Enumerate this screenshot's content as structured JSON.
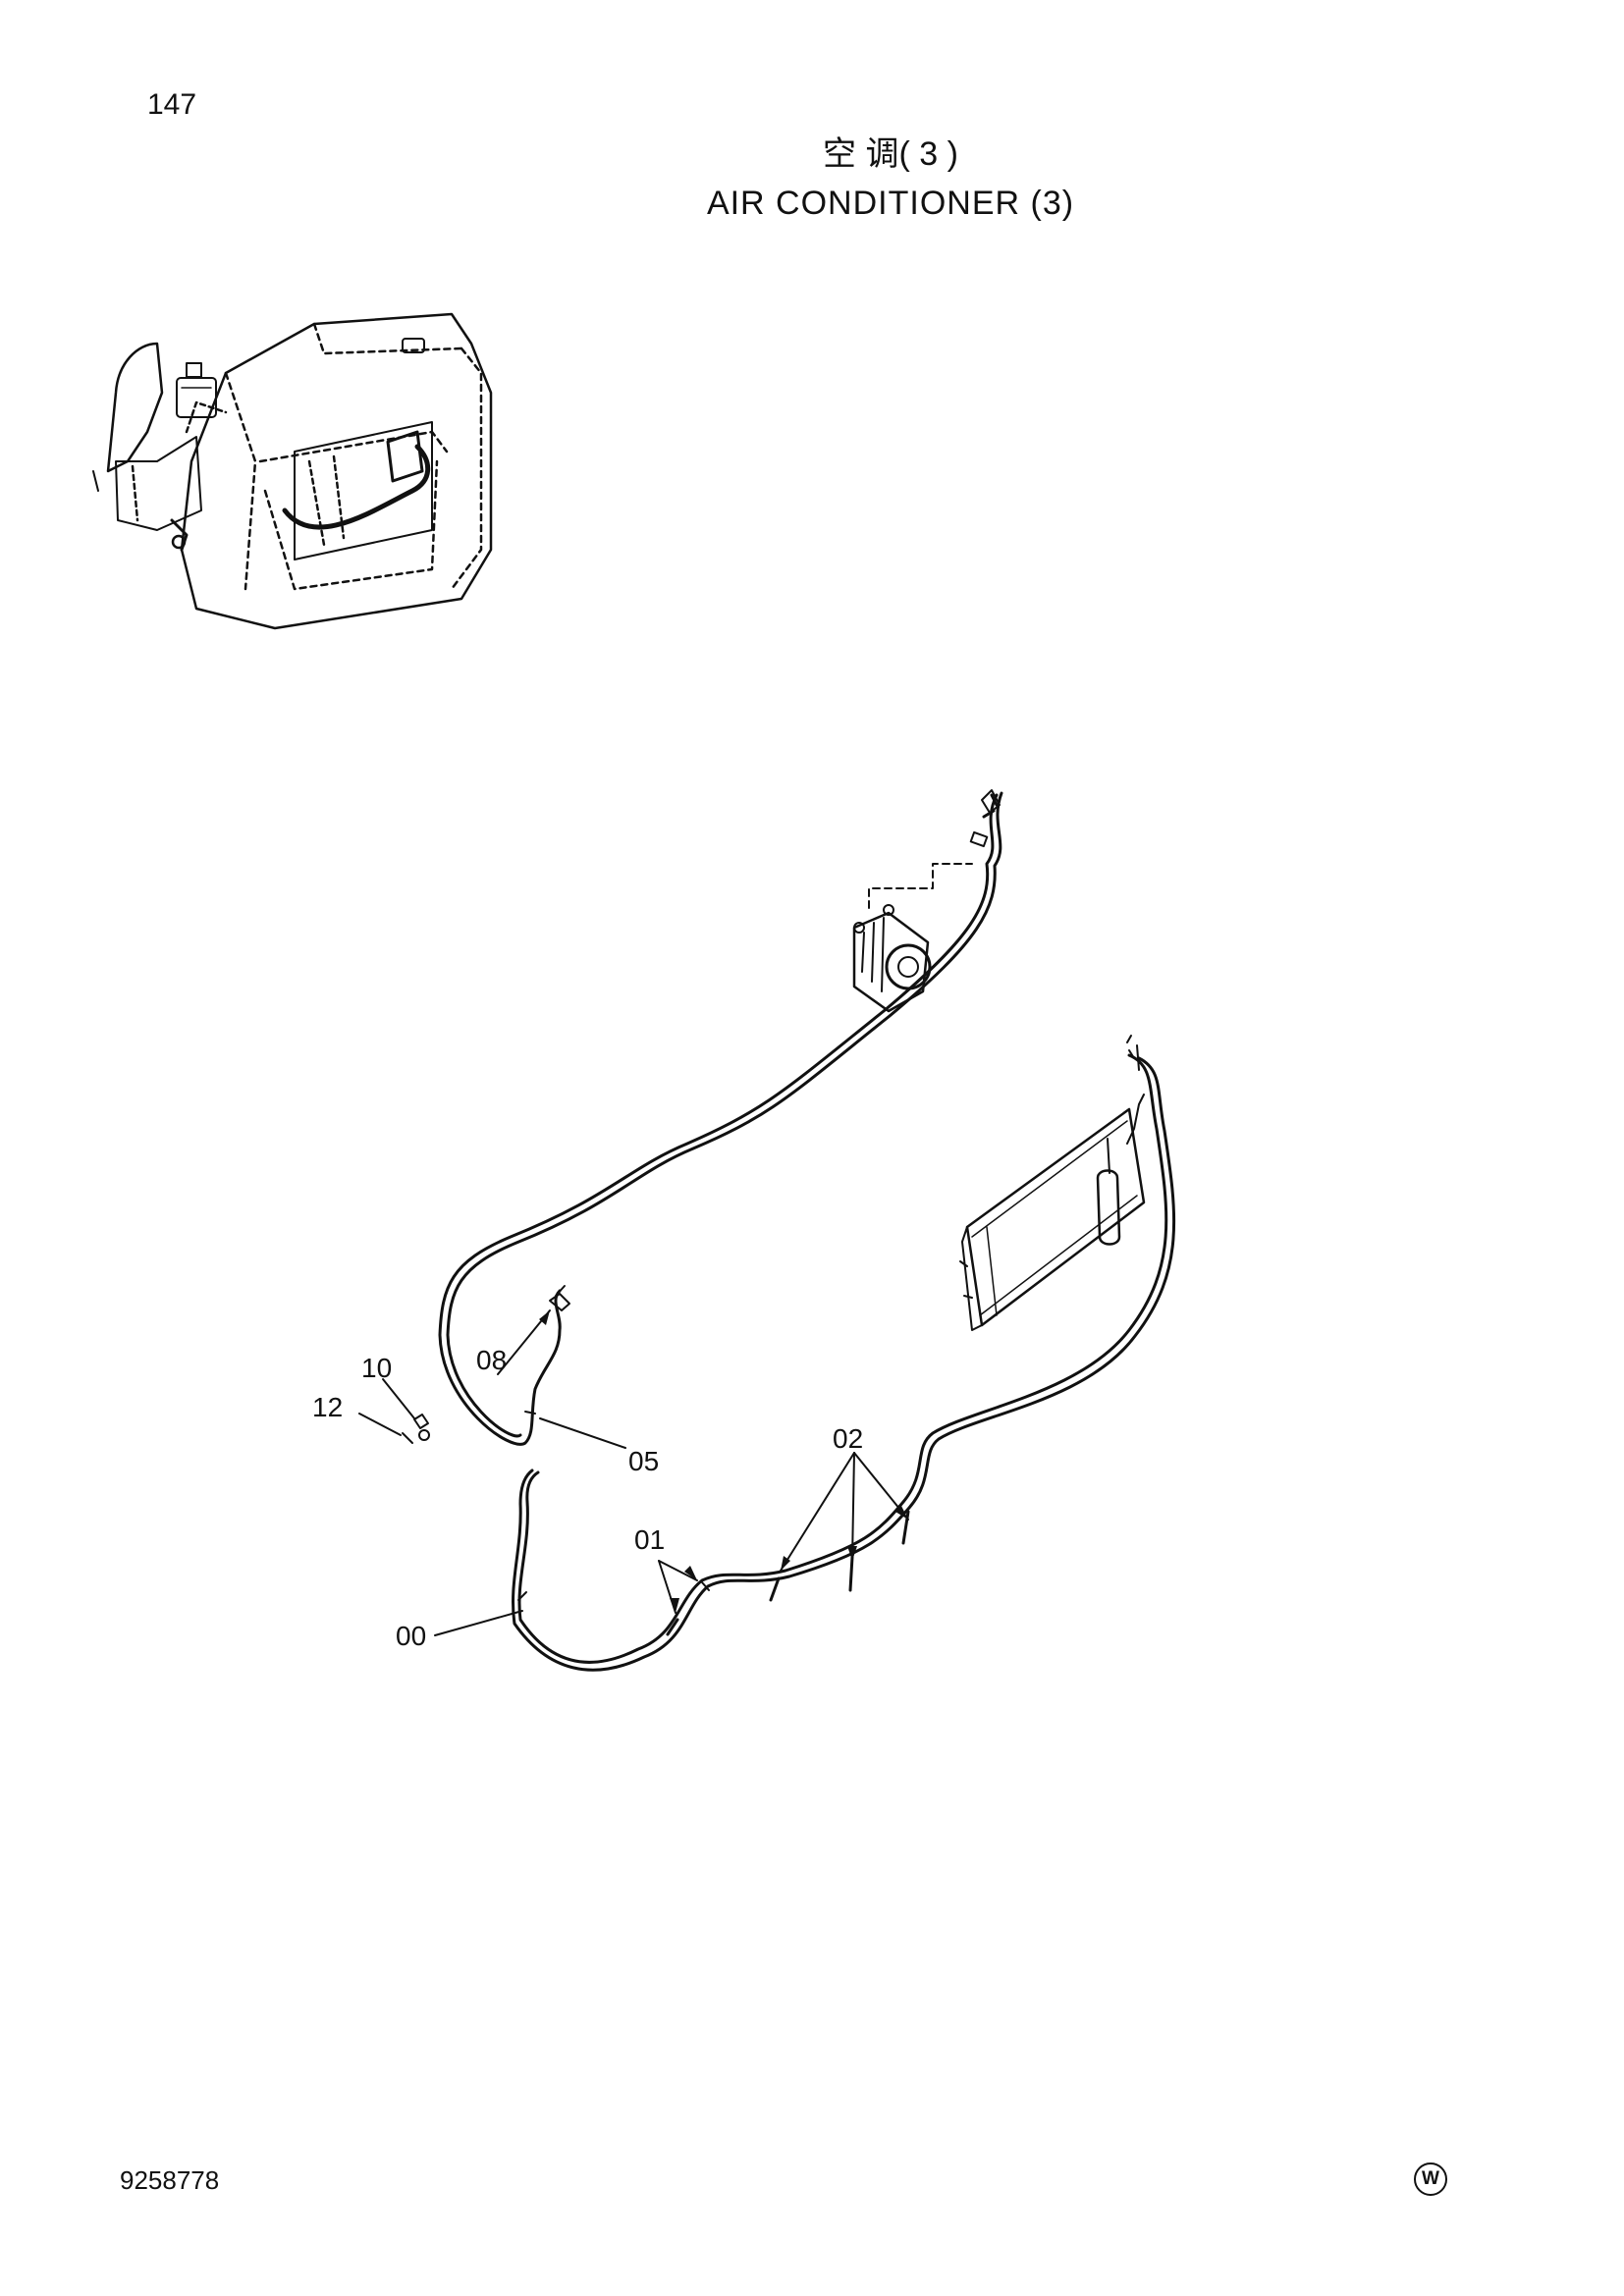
{
  "page_number": "147",
  "title_cn": "空 调( 3 )",
  "title_en": "AIR  CONDITIONER  (3)",
  "document_id": "9258778",
  "corner_mark": "W",
  "callouts": [
    {
      "id": "00",
      "text": "00"
    },
    {
      "id": "01",
      "text": "01"
    },
    {
      "id": "02",
      "text": "02"
    },
    {
      "id": "05",
      "text": "05"
    },
    {
      "id": "08",
      "text": "08"
    },
    {
      "id": "10",
      "text": "10"
    },
    {
      "id": "12",
      "text": "12"
    }
  ]
}
